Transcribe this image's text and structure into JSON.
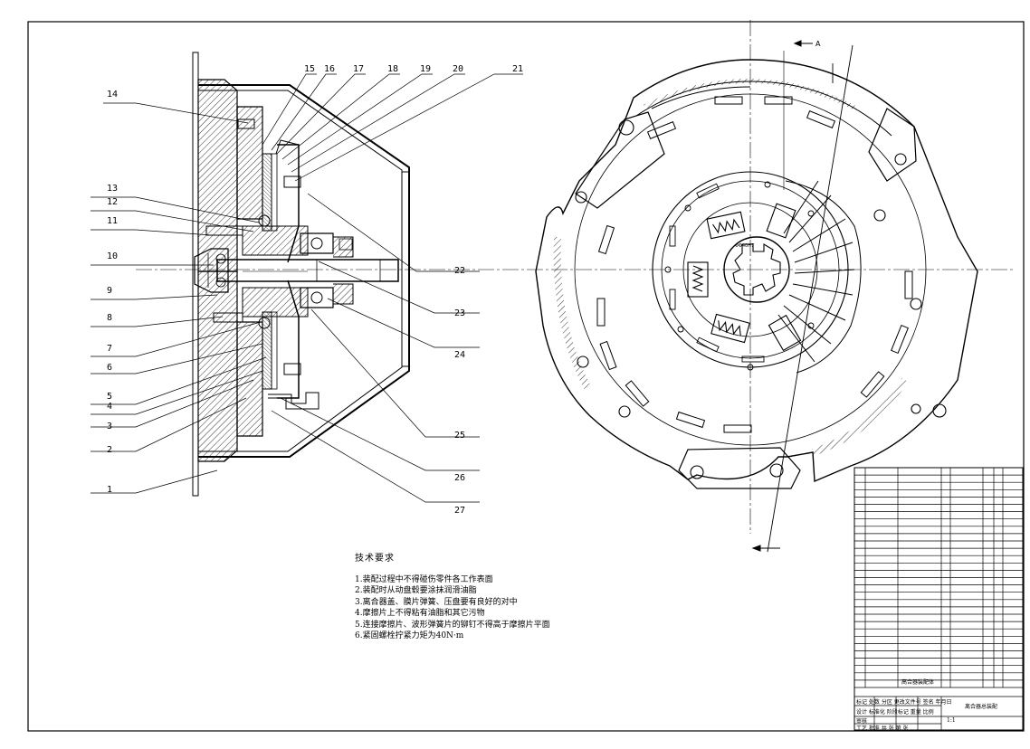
{
  "drawing": {
    "section_marker": "A",
    "balloons_left": [
      "14",
      "13",
      "12",
      "11",
      "10",
      "9",
      "8",
      "7",
      "6",
      "5",
      "4",
      "3",
      "2",
      "1"
    ],
    "balloons_top": [
      "15",
      "16",
      "17",
      "18",
      "19",
      "20",
      "21"
    ],
    "balloons_right": [
      "22",
      "23",
      "24",
      "25",
      "26",
      "27"
    ],
    "spline_label": "ΦΦ40H7"
  },
  "tech_requirements": {
    "heading": "技术要求",
    "items": [
      "1.装配过程中不得碰伤零件各工作表面",
      "2.装配时从动盘毂要涂抹润滑油脂",
      "3.离合器盖、膜片弹簧、压盘要有良好的对中",
      "4.摩擦片上不得粘有油脂和其它污物",
      "5.连接摩擦片、波形弹簧片的铆钉不得高于摩擦片平面",
      "6.紧固螺栓拧紧力矩为40N·m"
    ]
  },
  "title_block": {
    "drawing_title": "离合器总装配",
    "signature_row1": "标记 处数 分区 更改文件号 签名 年月日",
    "signature_row2": "设计 标准化 阶段标记 重量 比例",
    "signature_row3": "审核",
    "signature_row4": "工艺 批准 共 张 第 张",
    "scale": "1:1",
    "bom_last_row": "高合器装配体"
  }
}
